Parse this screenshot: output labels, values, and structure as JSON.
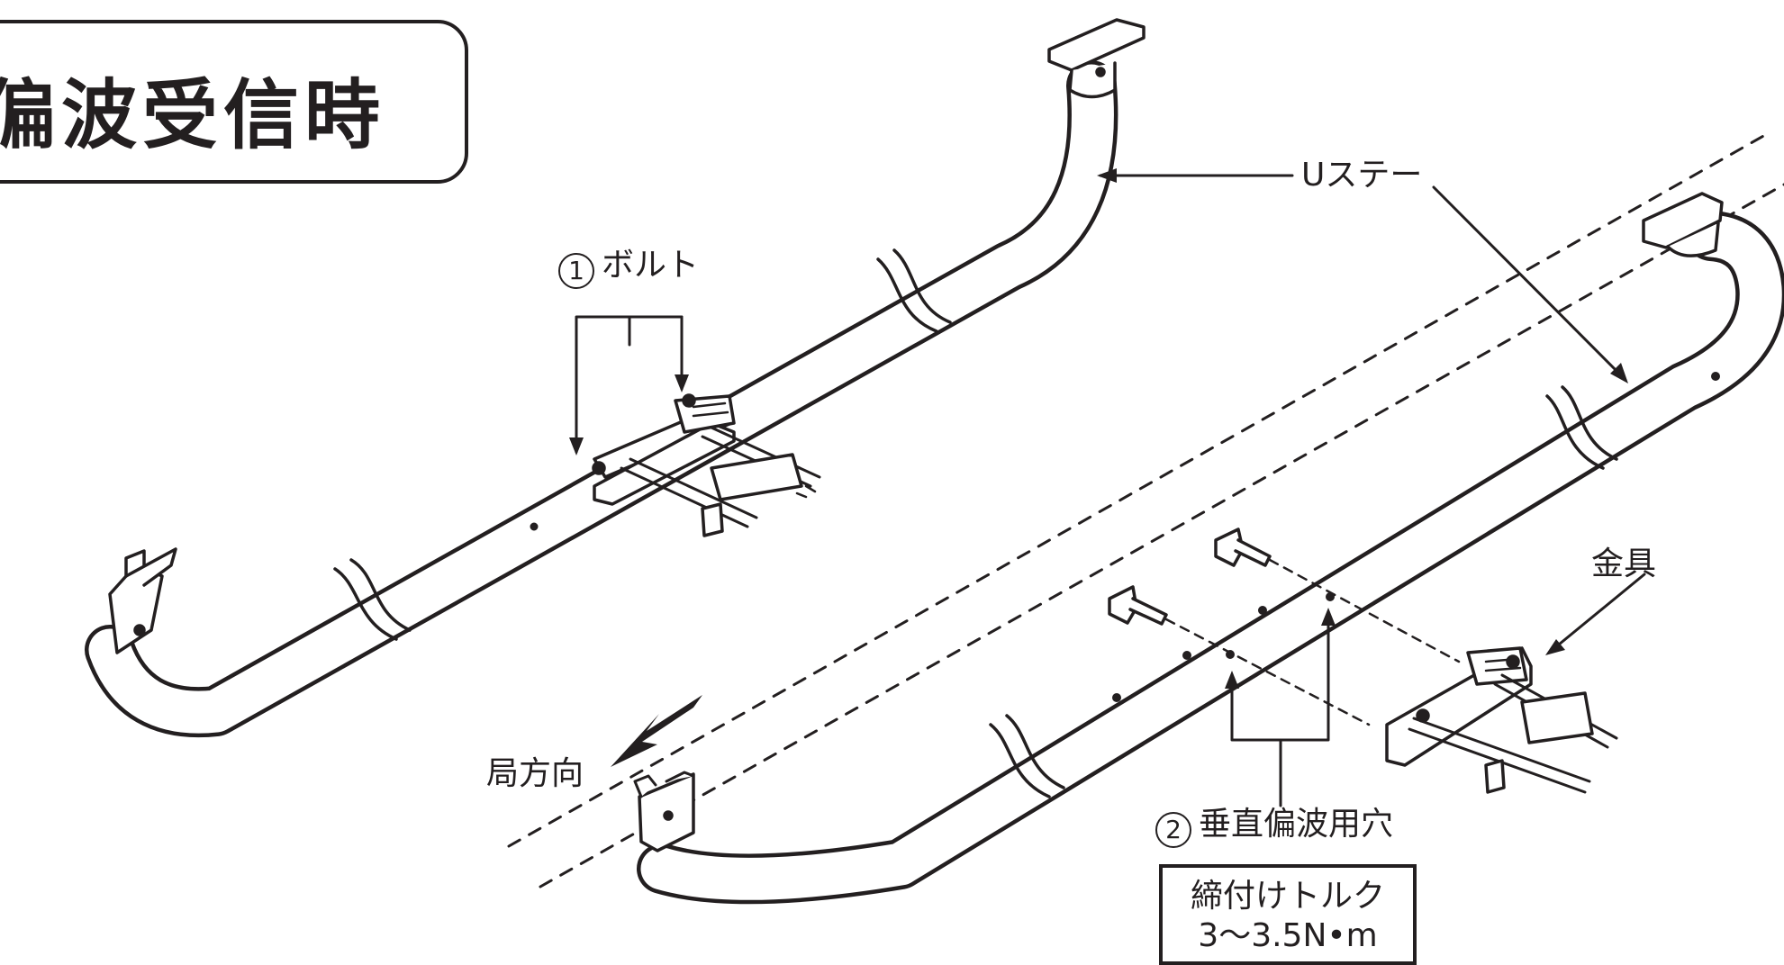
{
  "title": "偏波受信時",
  "labels": {
    "u_stay": "Uステー",
    "bolt_num": "1",
    "bolt": "ボルト",
    "bracket": "金具",
    "station_direction": "局方向",
    "vertical_hole_num": "2",
    "vertical_hole": "垂直偏波用穴"
  },
  "torque": {
    "line1": "締付けトルク",
    "line2": "3〜3.5N•m"
  }
}
